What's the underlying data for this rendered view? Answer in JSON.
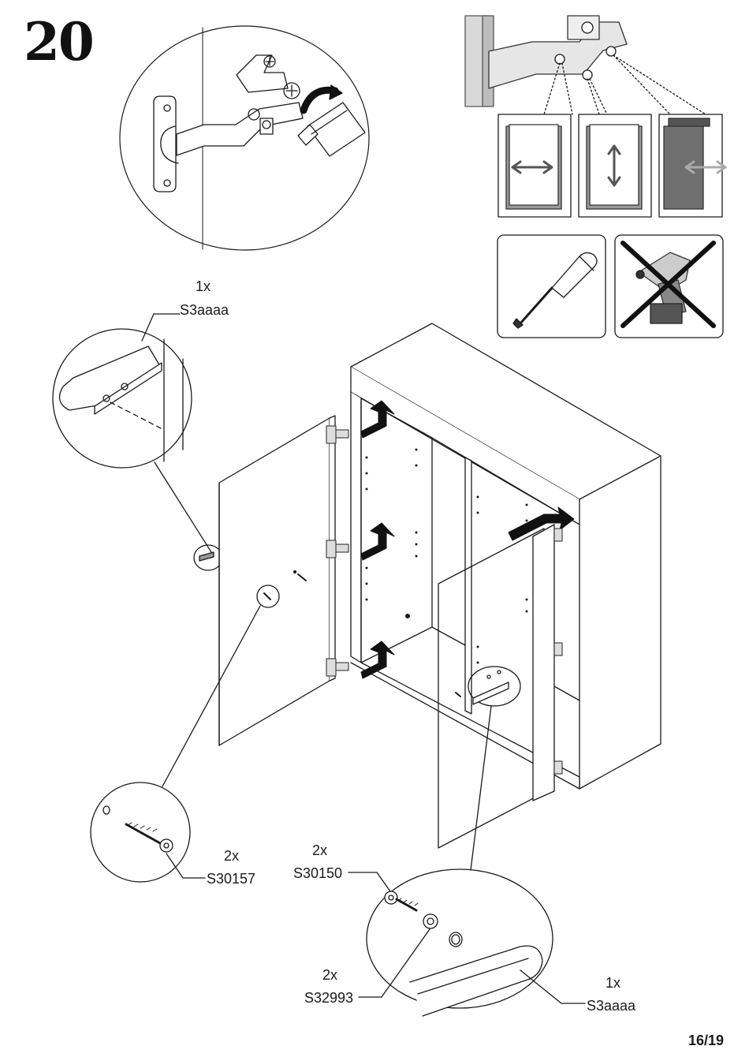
{
  "step": {
    "number": "20"
  },
  "callouts": {
    "top_handle": {
      "qty": "1x",
      "code": "S3aaaa"
    },
    "screw_left": {
      "qty": "2x",
      "code": "S30157"
    },
    "screw_right": {
      "qty": "2x",
      "code": "S30150"
    },
    "spacer": {
      "qty": "2x",
      "code": "S32993"
    },
    "bottom_handle": {
      "qty": "1x",
      "code": "S3aaaa"
    }
  },
  "hinge_adjustments": [
    "horizontal",
    "vertical",
    "depth"
  ],
  "tools": {
    "allowed": "screwdriver-icon",
    "forbidden": "drill-icon"
  },
  "footer": {
    "page": "16/19"
  },
  "colors": {
    "line": "#1a1a1a",
    "grey": "#8a8a8a",
    "light": "#d9d9d9",
    "arrow": "#111111"
  }
}
